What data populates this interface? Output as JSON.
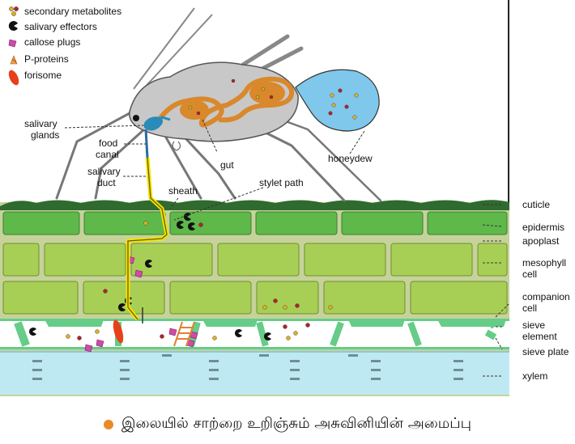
{
  "legend": [
    {
      "label": "secondary metabolites",
      "icon": "metabolite-dots-icon"
    },
    {
      "label": "salivary effectors",
      "icon": "effector-pacman-icon"
    },
    {
      "label": "callose plugs",
      "icon": "callose-plug-icon"
    },
    {
      "label": "P-proteins",
      "icon": "p-protein-icon"
    },
    {
      "label": "forisome",
      "icon": "forisome-icon"
    }
  ],
  "labels": {
    "salivary_glands_1": "salivary",
    "salivary_glands_2": "glands",
    "food_canal_1": "food",
    "food_canal_2": "canal",
    "salivary_duct_1": "salivary",
    "salivary_duct_2": "duct",
    "gut": "gut",
    "sheath": "sheath",
    "stylet_path": "stylet path",
    "honeydew": "honeydew",
    "cuticle": "cuticle",
    "epidermis": "epidermis",
    "apoplast": "apoplast",
    "mesophyll_1": "mesophyll",
    "mesophyll_2": "cell",
    "companion_1": "companion",
    "companion_2": "cell",
    "sieve_element_1": "sieve",
    "sieve_element_2": "element",
    "sieve_plate": "sieve plate",
    "xylem": "xylem"
  },
  "caption": {
    "text": "இலையில் சாற்றை உறிஞ்சும் அசுவினியின் அமைப்பு"
  },
  "colors": {
    "cuticle": "#2f6b2f",
    "epidermis": "#5fb84a",
    "mesophyll": "#a8cf55",
    "phloem": "#66cc88",
    "xylem": "#bfe9f2",
    "honeydew": "#7fc8ec",
    "gut": "#d9882b",
    "aphid_body": "#c8c8c8",
    "caption_dot": "#e98a2a"
  }
}
